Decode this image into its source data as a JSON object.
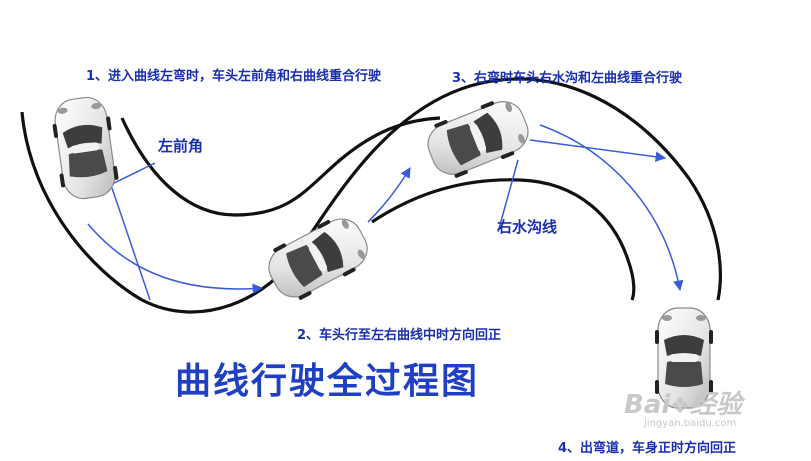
{
  "steps": {
    "step1": "1、进入曲线左弯时，车头左前角和右曲线重合行驶",
    "step2": "2、车头行至左右曲线中时方向回正",
    "step3": "3、右弯时车头右水沟和左曲线重合行驶",
    "step4": "4、出弯道，车身正时方向回正"
  },
  "callouts": {
    "left_front_corner": "左前角",
    "right_gutter_line": "右水沟线"
  },
  "title": "曲线行驶全过程图",
  "watermark": {
    "brand": "Bai",
    "brand_cn": "经验",
    "url": "jingyan.baidu.com"
  },
  "colors": {
    "label_blue": "#1a2fb0",
    "arrow_blue": "#3a5bd9",
    "road_line": "#111111",
    "car_body": "#e9e9e9",
    "car_glass": "#3d3d3d"
  }
}
